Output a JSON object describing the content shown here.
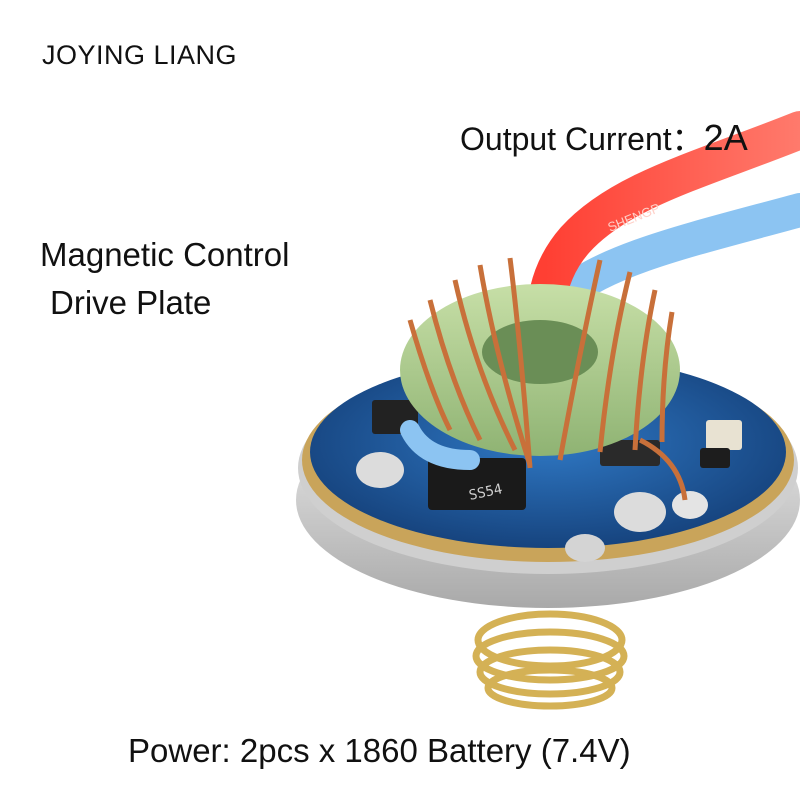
{
  "brand": "JOYING LIANG",
  "output_current": {
    "label": "Output Current：",
    "value": "2A"
  },
  "product_title": {
    "line1": "Magnetic Control",
    "line2": "Drive Plate"
  },
  "power_spec": "Power: 2pcs x 1860 Battery (7.4V)",
  "photo": {
    "subject": "circular LED driver circuit board with toroidal inductor, red and blue wires and gold spring",
    "wire_print": "SHENGP",
    "diode_marking": "SS54",
    "colors": {
      "board": "#1f5fa8",
      "board_edge": "#c9a45a",
      "toroid_core": "#a8c98a",
      "copper": "#c8703a",
      "red_wire": "#ff5a4a",
      "blue_wire": "#8cc4f2",
      "spring": "#d6b45c",
      "heatsink": "#d8d8d8"
    }
  }
}
